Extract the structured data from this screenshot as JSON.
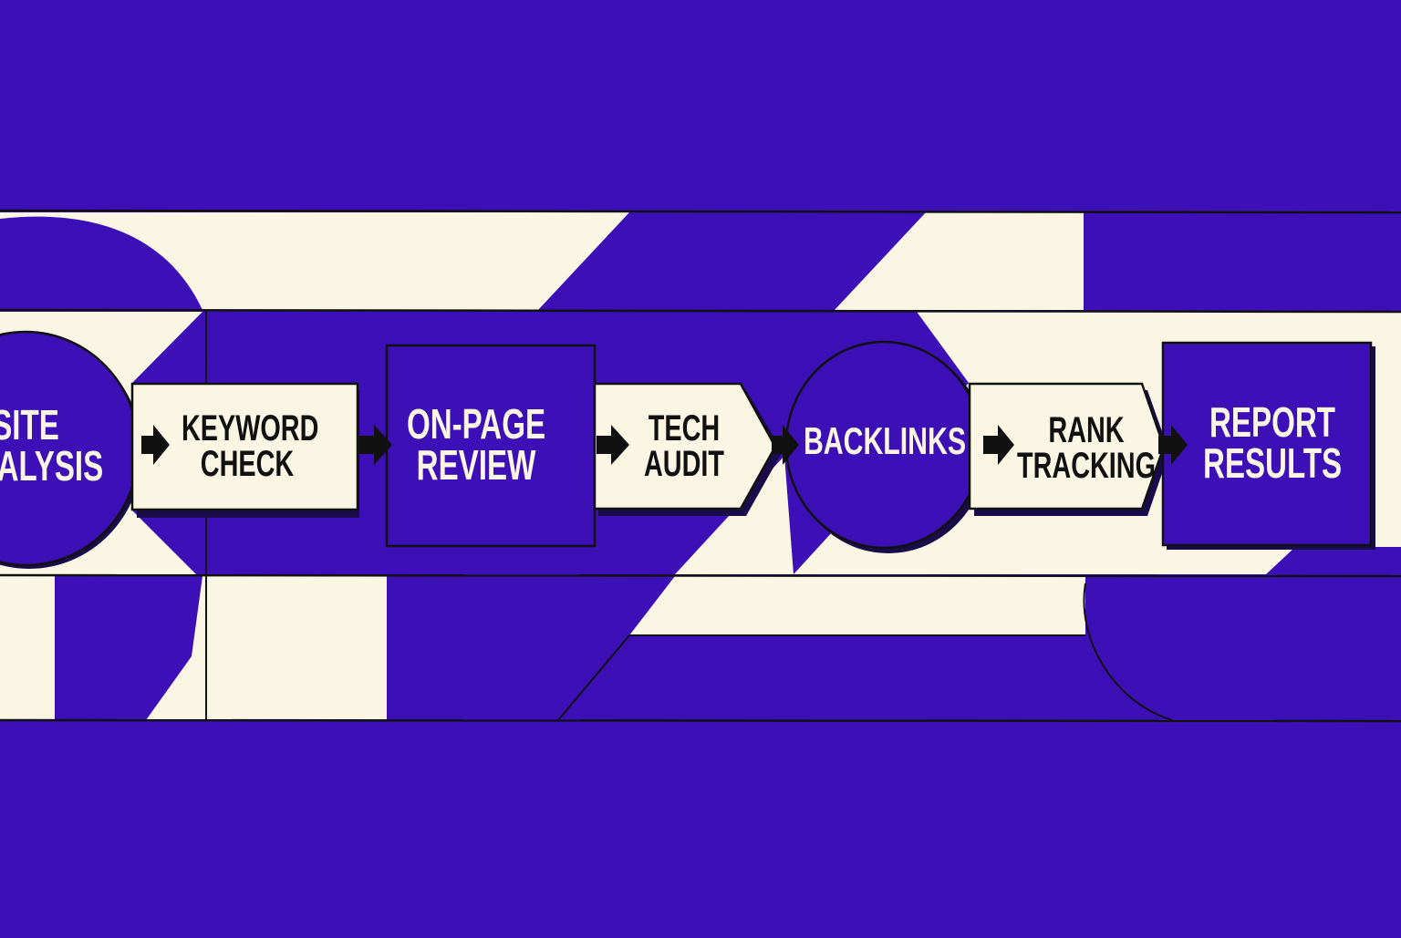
{
  "colors": {
    "background": "#3d0fb6",
    "panel": "#fbf6e3",
    "outline": "#111111",
    "shadow": "#1a0b4a"
  },
  "steps": [
    {
      "id": "site-analysis",
      "shape": "circle",
      "lines": [
        "SITE",
        "ANALYSIS"
      ]
    },
    {
      "id": "keyword-check",
      "shape": "arrow-box",
      "lines": [
        "KEYWORD",
        "CHECK"
      ]
    },
    {
      "id": "on-page-review",
      "shape": "square",
      "lines": [
        "ON-PAGE",
        "REVIEW"
      ]
    },
    {
      "id": "tech-audit",
      "shape": "arrow-box",
      "lines": [
        "TECH",
        "AUDIT"
      ]
    },
    {
      "id": "backlinks",
      "shape": "circle",
      "lines": [
        "BACKLINKS"
      ]
    },
    {
      "id": "rank-tracking",
      "shape": "arrow-box",
      "lines": [
        "RANK",
        "TRACKING"
      ]
    },
    {
      "id": "report-results",
      "shape": "square",
      "lines": [
        "REPORT",
        "RESULTS"
      ]
    }
  ],
  "connector_icon": "right-arrow-icon"
}
